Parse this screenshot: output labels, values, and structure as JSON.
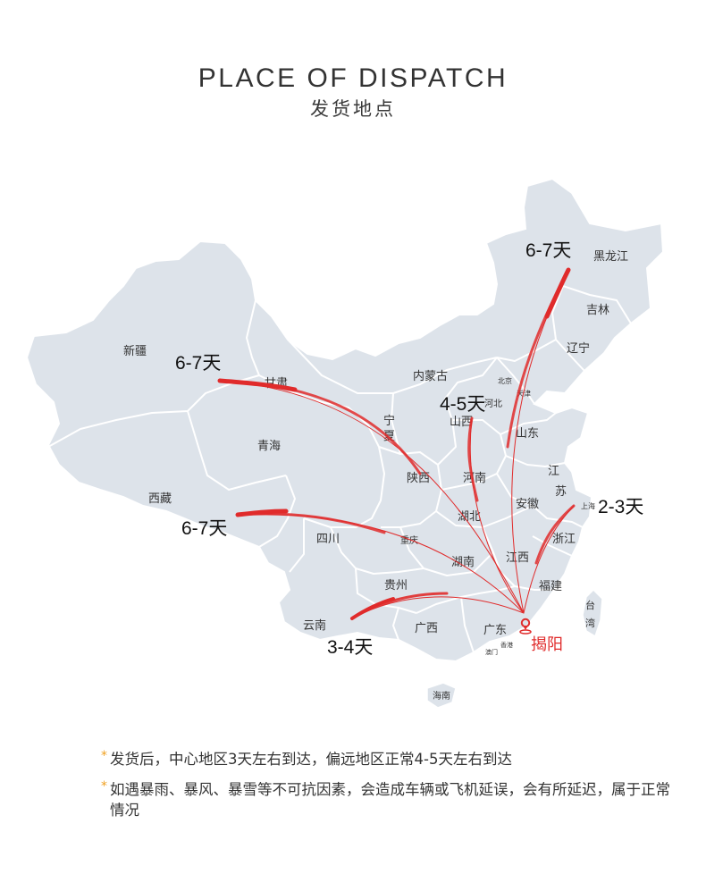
{
  "header": {
    "title": "PLACE OF DISPATCH",
    "subtitle": "发货地点"
  },
  "map": {
    "colors": {
      "land": "#dde3ea",
      "border": "#ffffff",
      "route": "#e02b2b",
      "origin_label": "#e02b2b",
      "note_star": "#f0a020"
    },
    "origin": {
      "name": "揭阳",
      "icon": "location-pin-icon"
    },
    "provinces": [
      "新疆",
      "西藏",
      "青海",
      "甘肃",
      "内蒙古",
      "黑龙江",
      "吉林",
      "辽宁",
      "北京",
      "天津",
      "河北",
      "山西",
      "宁",
      "夏",
      "陕西",
      "山东",
      "河南",
      "江",
      "苏",
      "安徽",
      "上海",
      "湖北",
      "四川",
      "重庆",
      "湖南",
      "江西",
      "浙江",
      "福建",
      "贵州",
      "台",
      "湾",
      "云南",
      "广西",
      "广东",
      "香港",
      "澳门",
      "海南"
    ],
    "routes": [
      {
        "destination": "新疆",
        "time": "6-7天"
      },
      {
        "destination": "西藏",
        "time": "6-7天"
      },
      {
        "destination": "黑龙江",
        "time": "6-7天"
      },
      {
        "destination": "山西",
        "time": "4-5天"
      },
      {
        "destination": "上海",
        "time": "2-3天"
      },
      {
        "destination": "云南",
        "time": "3-4天"
      }
    ]
  },
  "notes": [
    {
      "star": "*",
      "text": "发货后，中心地区3天左右到达，偏远地区正常4-5天左右到达"
    },
    {
      "star": "*",
      "text": "如遇暴雨、暴风、暴雪等不可抗因素，会造成车辆或飞机延误，会有所延迟，属于正常情况"
    }
  ]
}
